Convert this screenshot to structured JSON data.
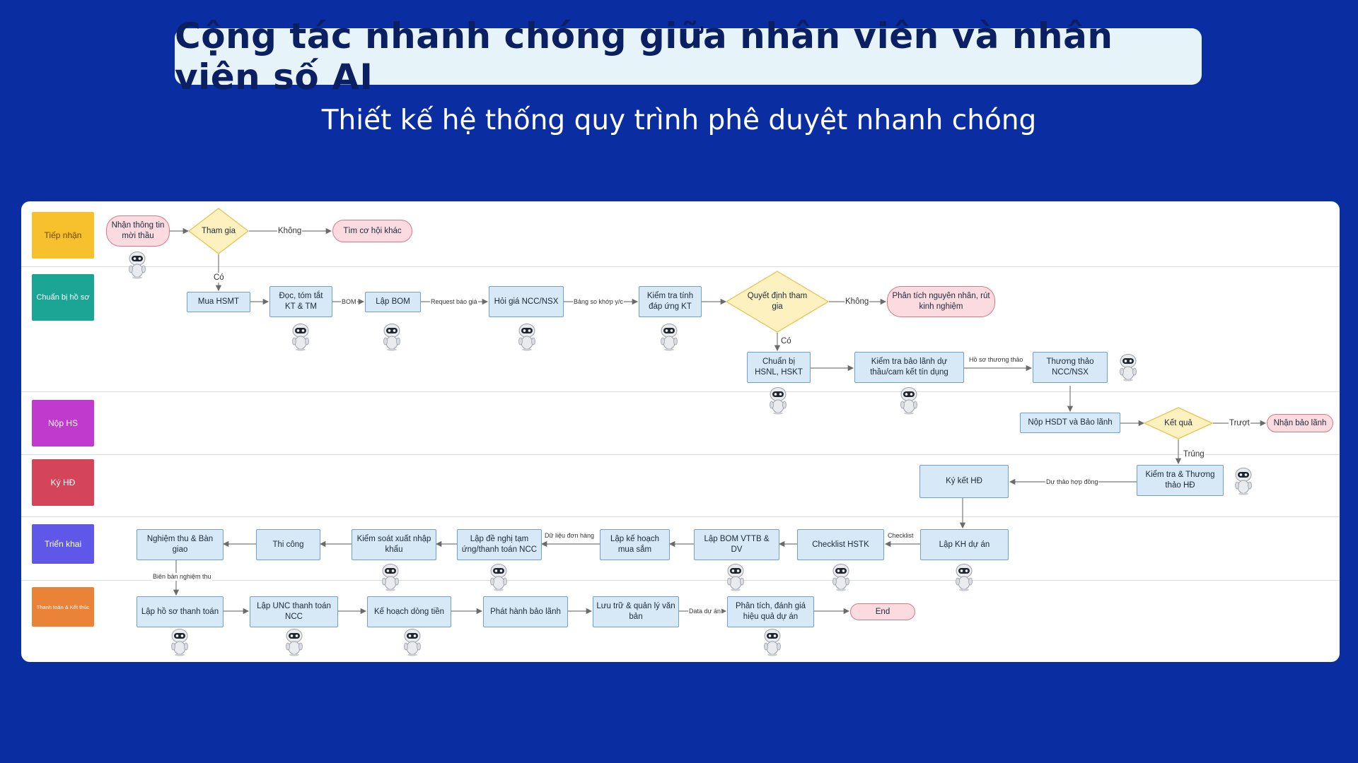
{
  "title": "Cộng tác nhanh chóng giữa nhân viên và nhân viên số AI",
  "subtitle": "Thiết kế hệ thống quy trình phê duyệt nhanh chóng",
  "lanes": [
    {
      "label": "Tiếp nhận",
      "color": "#f6c12c"
    },
    {
      "label": "Chuẩn bị hồ sơ",
      "color": "#1aa595"
    },
    {
      "label": "Nộp HS",
      "color": "#c03bcd"
    },
    {
      "label": "Ký HĐ",
      "color": "#d44559"
    },
    {
      "label": "Triển khai",
      "color": "#5e57e8"
    },
    {
      "label": "Thanh toán & Kết thúc",
      "color": "#ea8338"
    }
  ],
  "nodes": {
    "n1": "Nhận thông tin mời thầu",
    "d1": "Tham gia",
    "n2": "Tìm cơ hội khác",
    "n3": "Mua HSMT",
    "n4": "Đọc, tóm tắt KT & TM",
    "n5": "Lập BOM",
    "n6": "Hỏi giá NCC/NSX",
    "n7": "Kiểm tra tính đáp ứng KT",
    "d2": "Quyết định tham gia",
    "n8": "Phân tích nguyên nhân, rút kinh nghiệm",
    "n9": "Chuẩn bị HSNL, HSKT",
    "n10": "Kiểm tra bảo lãnh dự thầu/cam kết tín dụng",
    "n11": "Thương thảo NCC/NSX",
    "n12": "Nộp HSDT và Bảo lãnh",
    "d3": "Kết quả",
    "n13": "Nhận bảo lãnh",
    "n14": "Kiểm tra & Thương thảo HĐ",
    "n15": "Ký kết HĐ",
    "n16": "Lập KH dự án",
    "n17": "Checklist HSTK",
    "n18": "Lập BOM VTTB & DV",
    "n19": "Lập kế hoạch mua sắm",
    "n20": "Lập đề nghị tạm ứng/thanh toán NCC",
    "n21": "Kiểm soát xuất nhập khẩu",
    "n22": "Thi công",
    "n23": "Nghiệm thu & Bàn giao",
    "n24": "Lập hồ sơ thanh toán",
    "n25": "Lập UNC thanh toán NCC",
    "n26": "Kế hoạch dòng tiền",
    "n27": "Phát hành bảo lãnh",
    "n28": "Lưu trữ & quản lý văn bản",
    "n29": "Phân tích, đánh giá hiệu quả dự án",
    "n30": "End"
  },
  "edge_labels": {
    "khong1": "Không",
    "co1": "Có",
    "bom": "BOM",
    "request": "Request báo giá",
    "bangso": "Bảng so khớp y/c",
    "khong2": "Không",
    "co2": "Có",
    "hoso": "Hồ sơ thương thảo",
    "truot": "Trượt",
    "trung": "Trúng",
    "duthao": "Dự thảo hợp đồng",
    "checklist": "Checklist",
    "dulieu": "Dữ liệu đơn hàng",
    "bienban": "Biên bản nghiệm thu",
    "data": "Data dự án"
  },
  "colors": {
    "background": "#0a2ea1",
    "process_fill": "#d7e8f7",
    "process_border": "#6fa0cf",
    "terminal_fill": "#fbdbe0",
    "terminal_border": "#d57888",
    "decision_fill": "#fdf1bf",
    "decision_border": "#e6c350"
  }
}
